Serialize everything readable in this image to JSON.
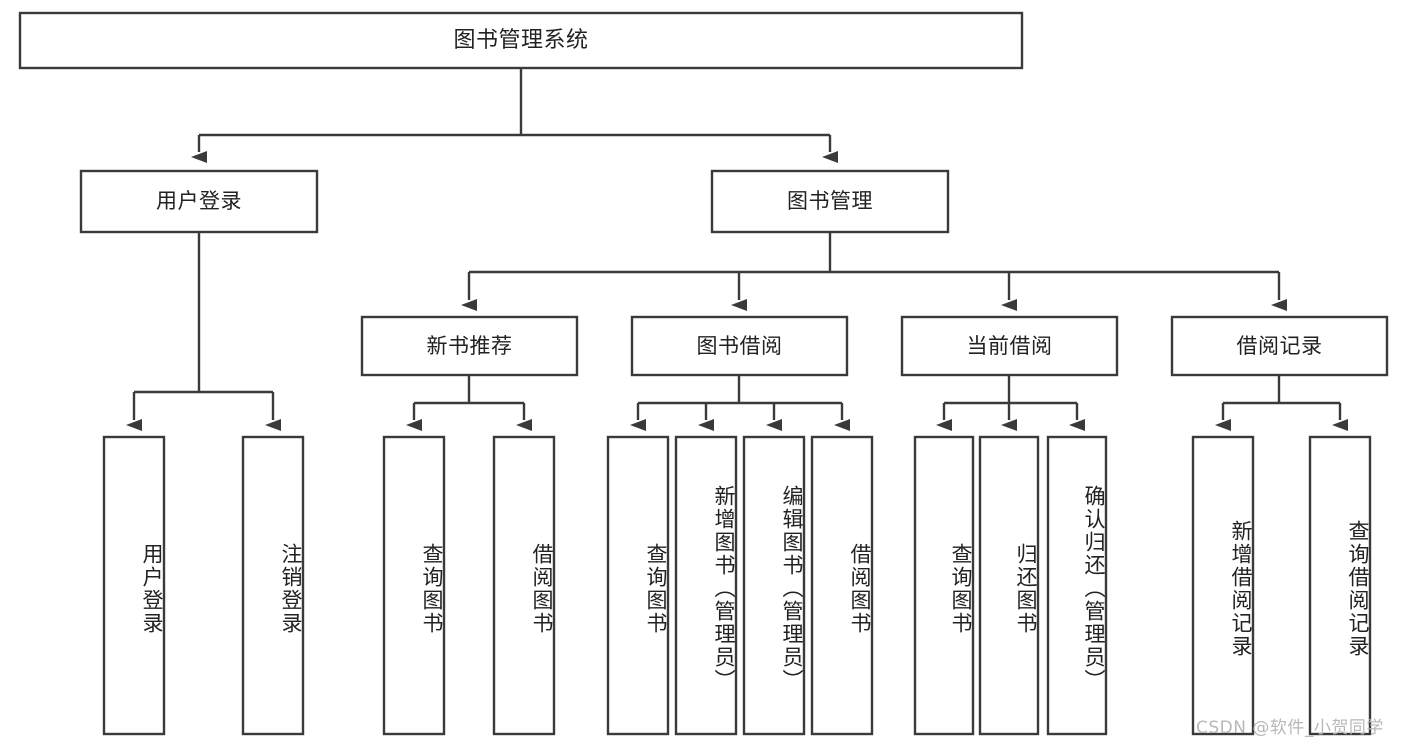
{
  "diagram": {
    "type": "tree-hierarchy",
    "title": "图书管理系统",
    "orientation": "top-down",
    "watermark": "CSDN @软件_小贺同学",
    "colors": {
      "box_stroke": "#3a3a3a",
      "box_fill": "#ffffff",
      "text": "#222222",
      "background": "#ffffff",
      "watermark": "#b8b8b8"
    },
    "root": {
      "label": "图书管理系统"
    },
    "level2": [
      {
        "label": "用户登录"
      },
      {
        "label": "图书管理"
      }
    ],
    "level3": [
      {
        "label": "新书推荐"
      },
      {
        "label": "图书借阅"
      },
      {
        "label": "当前借阅"
      },
      {
        "label": "借阅记录"
      }
    ],
    "leaves": {
      "user_login": [
        {
          "label": "用户登录"
        },
        {
          "label": "注销登录"
        }
      ],
      "new_book_recommend": [
        {
          "label": "查询图书"
        },
        {
          "label": "借阅图书"
        }
      ],
      "book_borrow": [
        {
          "label": "查询图书"
        },
        {
          "label": "新增图书（管理员）"
        },
        {
          "label": "编辑图书（管理员）"
        },
        {
          "label": "借阅图书"
        }
      ],
      "current_borrow": [
        {
          "label": "查询图书"
        },
        {
          "label": "归还图书"
        },
        {
          "label": "确认归还（管理员）"
        }
      ],
      "borrow_records": [
        {
          "label": "新增借阅记录"
        },
        {
          "label": "查询借阅记录"
        }
      ]
    }
  }
}
